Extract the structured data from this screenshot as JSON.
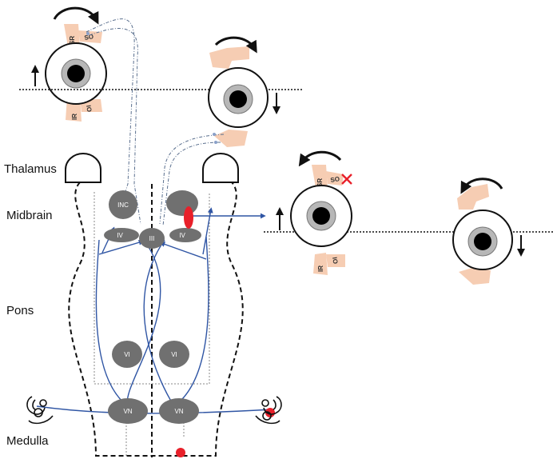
{
  "regions": {
    "thalamus": "Thalamus",
    "midbrain": "Midbrain",
    "pons": "Pons",
    "medulla": "Medulla"
  },
  "nuclei": {
    "inc_left": "INC",
    "iv_left": "IV",
    "iii": "III",
    "iv_right": "IV",
    "vi_left": "VI",
    "vi_right": "VI",
    "vn_left": "VN",
    "vn_right": "VN"
  },
  "muscles": {
    "sr": "SR",
    "so": "SO",
    "ir": "IR",
    "io": "IO"
  },
  "colors": {
    "nucleus": "#707070",
    "pathway": "#2f55a4",
    "lesion": "#e8202a",
    "muscle": "#f6cdb3",
    "arrow": "#111111"
  }
}
